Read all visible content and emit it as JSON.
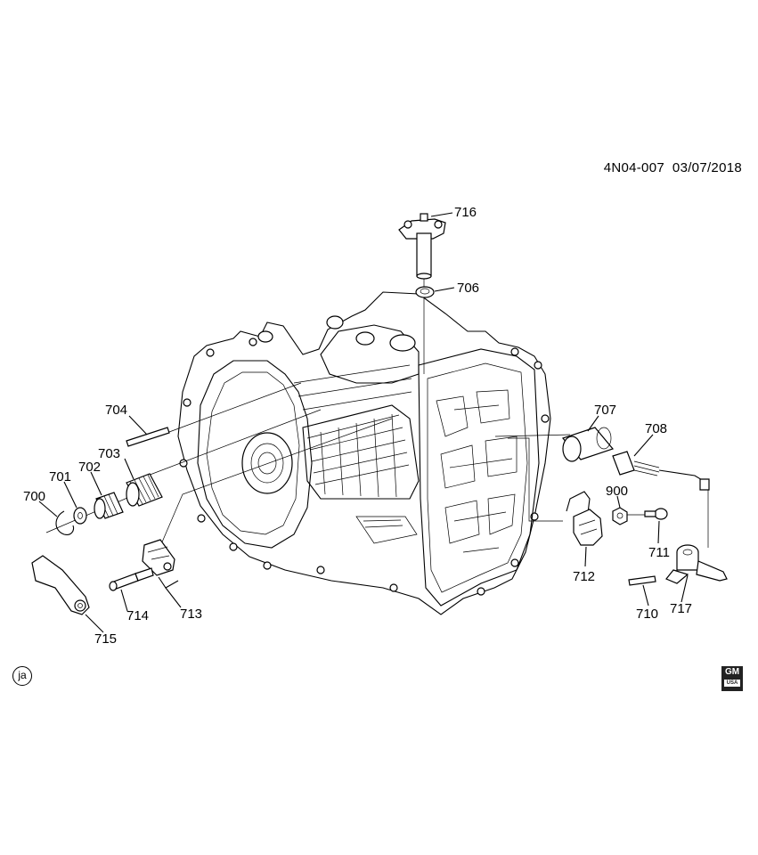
{
  "header": {
    "code": "4N04-007",
    "date": "03/07/2018"
  },
  "callouts": {
    "c700": "700",
    "c701": "701",
    "c702": "702",
    "c703": "703",
    "c704": "704",
    "c706": "706",
    "c707": "707",
    "c708": "708",
    "c710": "710",
    "c711": "711",
    "c712": "712",
    "c713": "713",
    "c714": "714",
    "c715": "715",
    "c716": "716",
    "c717": "717",
    "c900": "900"
  },
  "footer": {
    "artist_mark": "ja",
    "logo_text": "GM",
    "logo_sub": "USA"
  }
}
